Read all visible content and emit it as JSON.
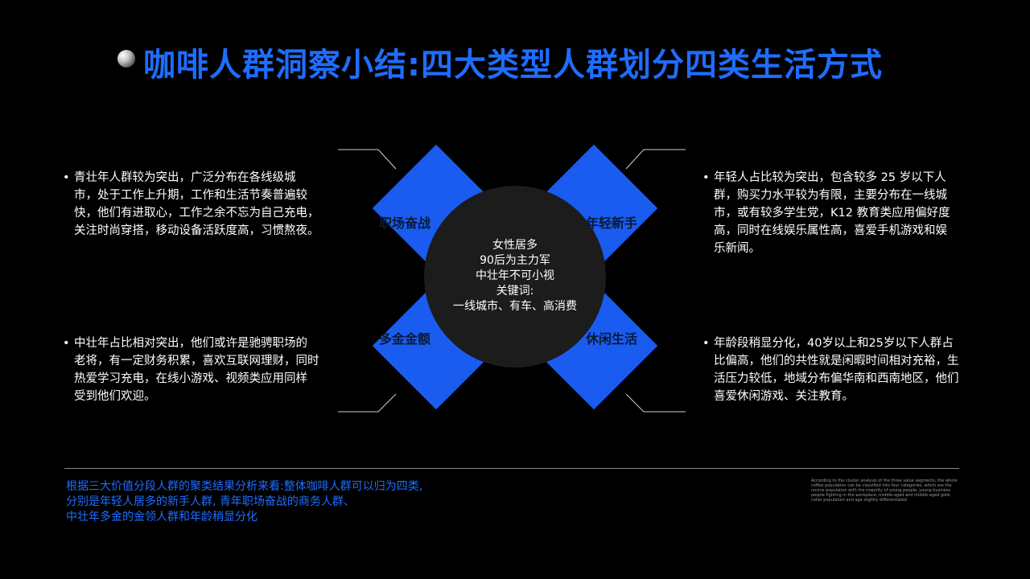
{
  "title": "咖啡人群洞察小结:四大类型人群划分四类生活方式",
  "center": {
    "lines": [
      "女性居多",
      "90后为主力军",
      "中壮年不可小视",
      "关键词:",
      "一线城市、有车、高消费"
    ]
  },
  "quadrants": {
    "top_left": "职场奋战",
    "top_right": "年轻新手",
    "bottom_left": "多金金额",
    "bottom_right": "休闲生活"
  },
  "descriptions": {
    "top_left": [
      "青壮年人群较为突出，广泛分布在各线级城",
      "市，处于工作上升期，工作和生活节奏普遍较",
      "快，他们有进取心，工作之余不忘为自己充电，",
      "关注时尚穿搭，移动设备活跃度高，习惯熬夜。"
    ],
    "top_right": [
      "年轻人占比较为突出，包含较多 25 岁以下人",
      "群，购买力水平较为有限，主要分布在一线城",
      "市，或有较多学生党，K12 教育类应用偏好度",
      "高，同时在线娱乐属性高，喜爱手机游戏和娱",
      "乐新闻。"
    ],
    "bottom_left": [
      "中壮年占比相对突出，他们或许是驰骋职场的",
      "老将，有一定财务积累，喜欢互联网理财，同时",
      "热爱学习充电，在线小游戏、视频类应用同样",
      "受到他们欢迎。"
    ],
    "bottom_right": [
      "年龄段稍显分化，40岁以上和25岁以下人群占",
      "比偏高，他们的共性就是闲暇时间相对充裕，生",
      "活压力较低，地域分布偏华南和西南地区，他们",
      "喜爱休闲游戏、关注教育。"
    ]
  },
  "summary": [
    "根据三大价值分段人群的聚类结果分析来看:整体咖啡人群可以归为四类,",
    "分别是年轻人居多的新手人群, 青年职场奋战的商务人群、",
    "中壮年多金的金领人群和年龄稍显分化"
  ],
  "fine_print": "According to the cluster analysis of the three value segments, the whole coffee population can be classified into four categories, which are the novice population with the majority of young people, young business people fighting in the workplace, middle-aged and middle-aged gold-collar population and age slightly differentiated",
  "colors": {
    "accent": "#1f6dff",
    "quadrant_fill": "#1a5cf0",
    "circle_fill": "#1c1c1c"
  }
}
